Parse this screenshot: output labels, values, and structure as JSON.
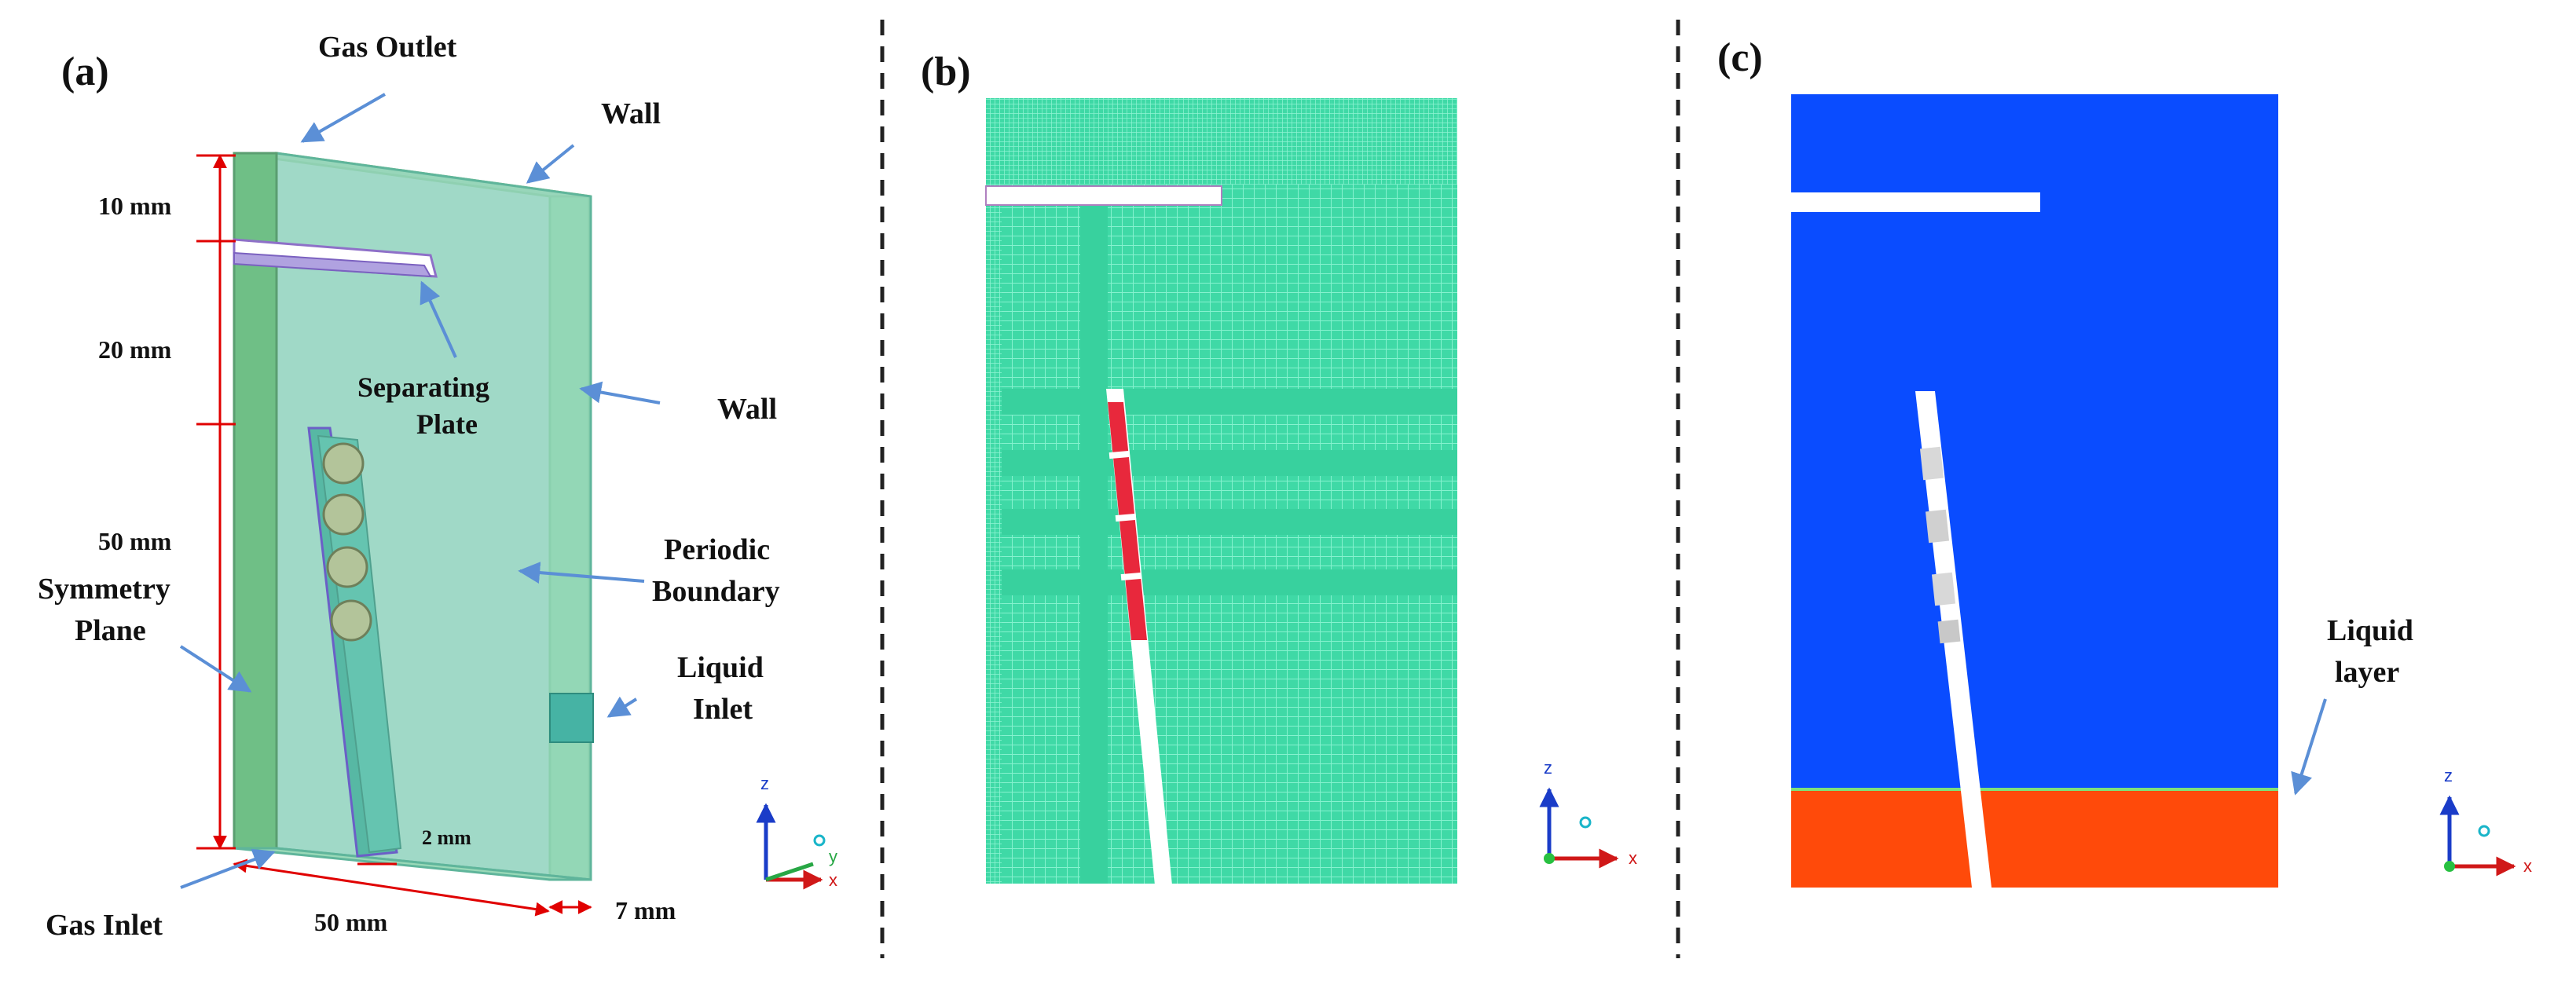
{
  "panels": {
    "a": {
      "tag": "(a)",
      "labels": {
        "gas_outlet": "Gas Outlet",
        "wall_top": "Wall",
        "wall_right": "Wall",
        "separating_plate_1": "Separating",
        "separating_plate_2": "Plate",
        "periodic_boundary_1": "Periodic",
        "periodic_boundary_2": "Boundary",
        "symmetry_plane_1": "Symmetry",
        "symmetry_plane_2": "Plane",
        "liquid_inlet_1": "Liquid",
        "liquid_inlet_2": "Inlet",
        "gas_inlet": "Gas Inlet"
      },
      "dimensions": {
        "d10": "10 mm",
        "d20": "20 mm",
        "d50v": "50 mm",
        "d50h": "50 mm",
        "d7": "7 mm",
        "d2": "2 mm"
      },
      "axes": {
        "z": "z",
        "x": "x",
        "y": "y"
      }
    },
    "b": {
      "tag": "(b)",
      "axes": {
        "z": "z",
        "x": "x"
      }
    },
    "c": {
      "tag": "(c)",
      "labels": {
        "liquid_layer_1": "Liquid",
        "liquid_layer_2": "layer"
      },
      "axes": {
        "z": "z",
        "x": "x"
      }
    }
  },
  "colors": {
    "mesh_green": "#3fd9a6",
    "mesh_line": "#7af0c8",
    "gas_blue": "#0a4cff",
    "liquid_orange": "#ff4a0a",
    "dimension_red": "#e00000",
    "arrow_blue": "#5b8fd6",
    "box_fill": "#7fcfb0"
  }
}
